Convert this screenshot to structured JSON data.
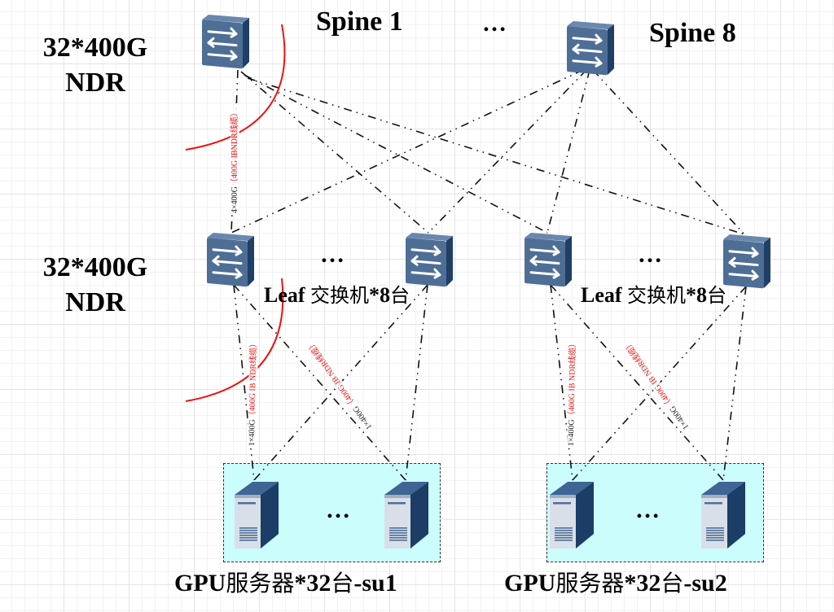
{
  "labels": {
    "spine_first": "Spine 1",
    "spine_last": "Spine 8",
    "spine_ellipsis": "…",
    "spine_tier_capacity_line1": "32*400G",
    "spine_tier_capacity_line2": "NDR",
    "leaf_tier_capacity_line1": "32*400G",
    "leaf_tier_capacity_line2": "NDR",
    "leaf_group_su1_prefix": "Leaf ",
    "leaf_group_su1_cjk": "交换机",
    "leaf_group_su1_suffix": "*8",
    "leaf_group_su1_unit": "台",
    "leaf_group_su2_prefix": "Leaf ",
    "leaf_group_su2_cjk": "交换机",
    "leaf_group_su2_suffix": "*8",
    "leaf_group_su2_unit": "台",
    "leaf_ellipsis": "…",
    "gpu_group_su1_prefix": "GPU",
    "gpu_group_su1_cjk": "服务器",
    "gpu_group_su1_count": "*32",
    "gpu_group_su1_unit": "台",
    "gpu_group_su1_suffix": "-su1",
    "gpu_group_su2_prefix": "GPU",
    "gpu_group_su2_cjk": "服务器",
    "gpu_group_su2_count": "*32",
    "gpu_group_su2_unit": "台",
    "gpu_group_su2_suffix": "-su2",
    "server_ellipsis": "…"
  },
  "link_annotations": {
    "spine_leaf_count": "4×400G",
    "spine_leaf_cable": "（400G IBNDR线缆）",
    "leaf_server_count": "1×400G",
    "leaf_server_cable": "（400G IB NDR线缆）"
  },
  "colors": {
    "switch_face": "#4e6e96",
    "switch_side": "#1f3f66",
    "server_dark": "#1e3f66",
    "server_front": "#d9dfe8",
    "su_box_fill": "#ccfdfd",
    "arc": "#ee1111"
  },
  "nodes": {
    "spines": [
      "spine-1",
      "spine-8"
    ],
    "leaves_su1": [
      "leaf-su1-first",
      "leaf-su1-last"
    ],
    "leaves_su2": [
      "leaf-su2-first",
      "leaf-su2-last"
    ],
    "servers_su1": [
      "server-su1-first",
      "server-su1-last"
    ],
    "servers_su2": [
      "server-su2-first",
      "server-su2-last"
    ]
  },
  "edges": [
    [
      "spine-1",
      "leaf-su1-first"
    ],
    [
      "spine-1",
      "leaf-su1-last"
    ],
    [
      "spine-1",
      "leaf-su2-first"
    ],
    [
      "spine-1",
      "leaf-su2-last"
    ],
    [
      "spine-8",
      "leaf-su1-first"
    ],
    [
      "spine-8",
      "leaf-su1-last"
    ],
    [
      "spine-8",
      "leaf-su2-first"
    ],
    [
      "spine-8",
      "leaf-su2-last"
    ],
    [
      "leaf-su1-first",
      "server-su1-first"
    ],
    [
      "leaf-su1-first",
      "server-su1-last"
    ],
    [
      "leaf-su1-last",
      "server-su1-first"
    ],
    [
      "leaf-su1-last",
      "server-su1-last"
    ],
    [
      "leaf-su2-first",
      "server-su2-first"
    ],
    [
      "leaf-su2-first",
      "server-su2-last"
    ],
    [
      "leaf-su2-last",
      "server-su2-first"
    ],
    [
      "leaf-su2-last",
      "server-su2-last"
    ]
  ]
}
